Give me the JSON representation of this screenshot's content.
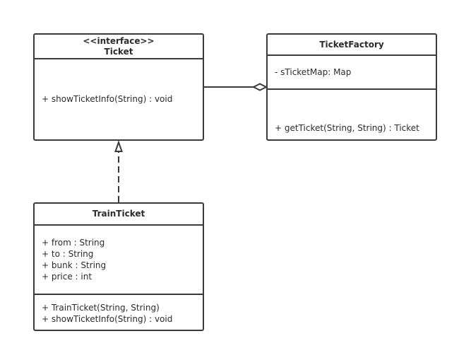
{
  "diagram": {
    "classes": {
      "ticket": {
        "stereotype": "<<interface>>",
        "name": "Ticket",
        "attributes": [],
        "methods": [
          "+ showTicketInfo(String) : void"
        ]
      },
      "ticket_factory": {
        "name": "TicketFactory",
        "attributes": [
          "- sTicketMap: Map"
        ],
        "methods": [
          "+ getTicket(String, String) : Ticket"
        ]
      },
      "train_ticket": {
        "name": "TrainTicket",
        "attributes": [
          "+ from : String",
          "+ to : String",
          "+ bunk : String",
          "+ price : int"
        ],
        "methods": [
          "+ TrainTicket(String, String)",
          "+ showTicketInfo(String) : void"
        ]
      }
    },
    "relationships": [
      {
        "type": "realization",
        "from": "TrainTicket",
        "to": "Ticket"
      },
      {
        "type": "aggregation",
        "from": "TicketFactory",
        "to": "Ticket"
      }
    ]
  },
  "colors": {
    "line": "#3a3a3a",
    "text": "#2b2b2b",
    "background": "#ffffff"
  }
}
